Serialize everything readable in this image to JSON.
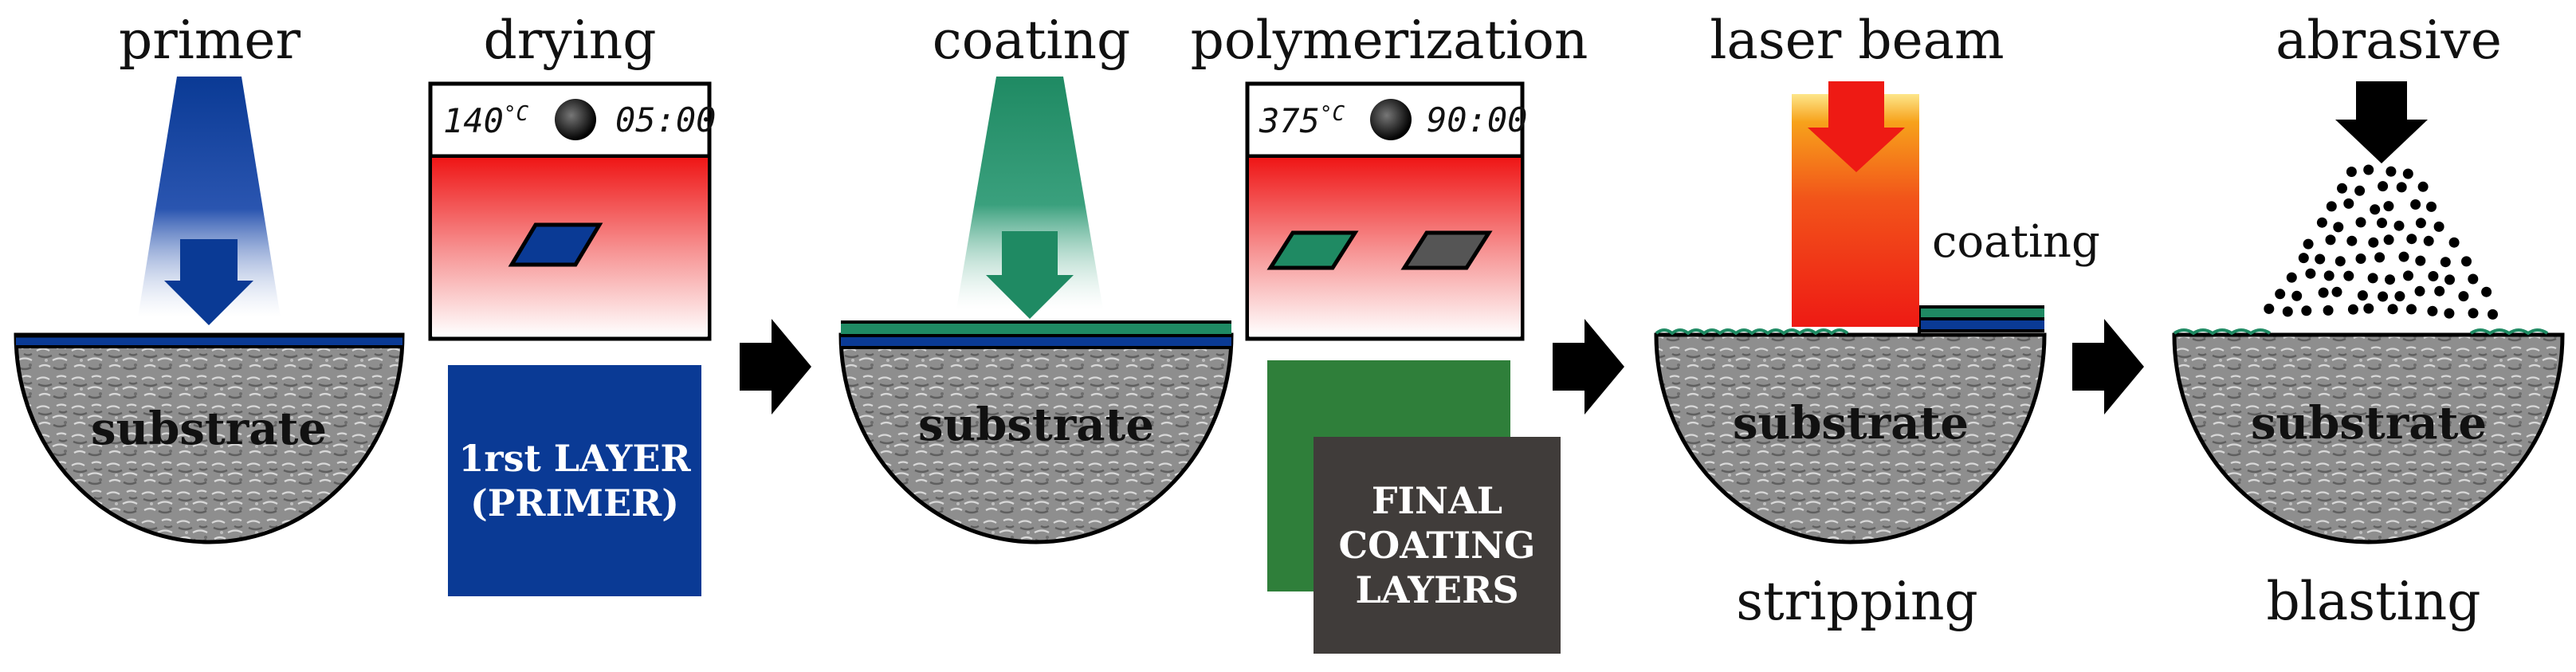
{
  "steps": {
    "primer": "primer",
    "drying": "drying",
    "coating": "coating",
    "polymerization": "polymerization",
    "laser_beam": "laser beam",
    "abrasive": "abrasive"
  },
  "substrate_label": "substrate",
  "side_coating_label": "coating",
  "bottom_labels": {
    "stripping": "stripping",
    "blasting": "blasting"
  },
  "oven1": {
    "temperature": "140",
    "unit": "°C",
    "time": "05:00"
  },
  "oven2": {
    "temperature": "375",
    "unit": "°C",
    "time": "90:00"
  },
  "boxes": {
    "primer_layer": "1rst LAYER\n(PRIMER)",
    "final_coating": "FINAL\nCOATING\nLAYERS"
  },
  "colors": {
    "primer_blue": "#0a3a95",
    "coating_green": "#1f8a63",
    "final_green": "#2f7f3a",
    "final_dark": "#403c3a",
    "laser_red": "#ee1a14",
    "oven_red": "#ef1616",
    "arrow_black": "#000000"
  }
}
